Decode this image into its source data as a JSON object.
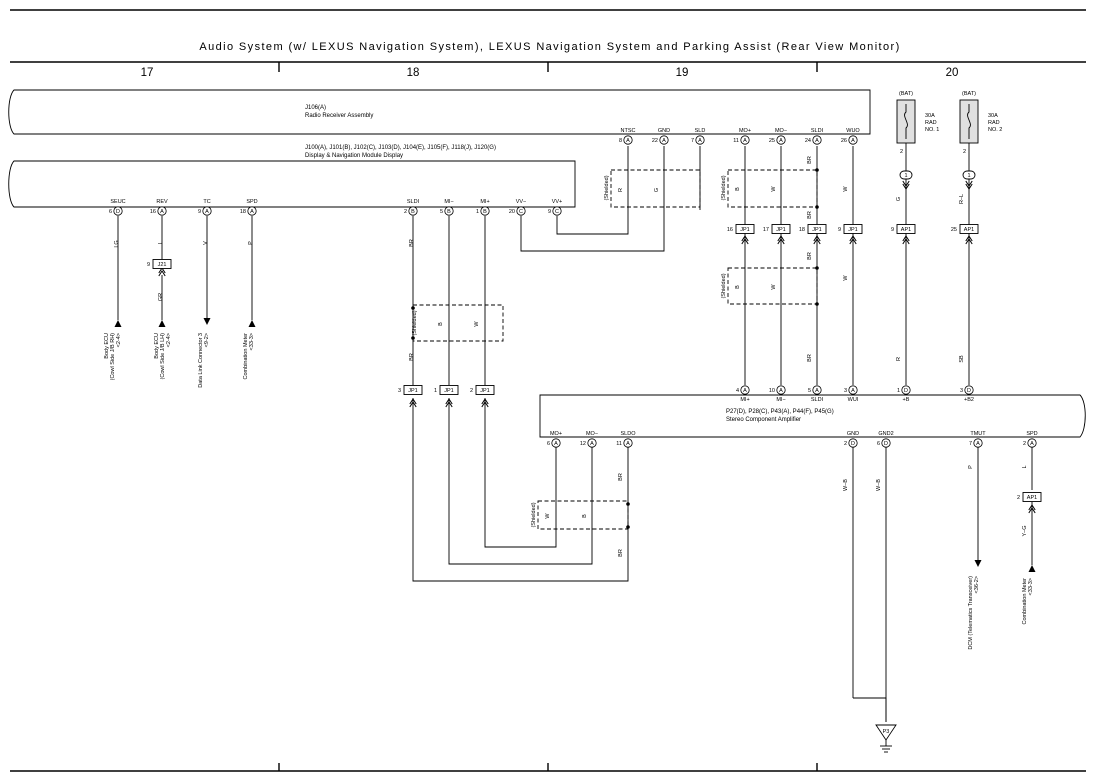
{
  "title": "Audio System (w/ LEXUS Navigation System), LEXUS Navigation System and Parking Assist (Rear View Monitor)",
  "sections": [
    "17",
    "18",
    "19",
    "20"
  ],
  "components": {
    "radio": {
      "code": "J106(A)",
      "name": "Radio Receiver Assembly"
    },
    "display": {
      "code": "J100(A), J101(B), J102(C), J103(D), J104(E), J105(F), J118(J), J120(G)",
      "name": "Display & Navigation Module Display"
    },
    "amp": {
      "code": "P27(D), P28(C), P43(A), P44(F), P45(G)",
      "name": "Stereo Component Amplifier"
    },
    "fuse1": {
      "source": "(BAT)",
      "label": [
        "30A",
        "RAD",
        "NO. 1"
      ]
    },
    "fuse2": {
      "source": "(BAT)",
      "label": [
        "30A",
        "RAD",
        "NO. 2"
      ]
    },
    "ground": "P3"
  },
  "pins": {
    "radio": [
      {
        "name": "NTSC",
        "num": "8",
        "conn": "A"
      },
      {
        "name": "GND",
        "num": "22",
        "conn": "A"
      },
      {
        "name": "SLD",
        "num": "7",
        "conn": "A"
      },
      {
        "name": "MO+",
        "num": "11",
        "conn": "A"
      },
      {
        "name": "MO−",
        "num": "25",
        "conn": "A"
      },
      {
        "name": "SLDI",
        "num": "24",
        "conn": "A"
      },
      {
        "name": "WUO",
        "num": "26",
        "conn": "A"
      }
    ],
    "display": [
      {
        "name": "SEUC",
        "num": "6",
        "conn": "D"
      },
      {
        "name": "REV",
        "num": "16",
        "conn": "A"
      },
      {
        "name": "TC",
        "num": "9",
        "conn": "A"
      },
      {
        "name": "SPD",
        "num": "18",
        "conn": "A"
      },
      {
        "name": "SLDI",
        "num": "2",
        "conn": "B"
      },
      {
        "name": "MI−",
        "num": "5",
        "conn": "B"
      },
      {
        "name": "MI+",
        "num": "1",
        "conn": "B"
      },
      {
        "name": "VV−",
        "num": "20",
        "conn": "C"
      },
      {
        "name": "VV+",
        "num": "9",
        "conn": "C"
      }
    ],
    "amp_top": [
      {
        "name": "MI+",
        "num": "4",
        "conn": "A"
      },
      {
        "name": "MI−",
        "num": "10",
        "conn": "A"
      },
      {
        "name": "SLDI",
        "num": "5",
        "conn": "A"
      },
      {
        "name": "WUI",
        "num": "3",
        "conn": "A"
      },
      {
        "name": "+B",
        "num": "1",
        "conn": "D"
      },
      {
        "name": "+B2",
        "num": "3",
        "conn": "D"
      }
    ],
    "amp_bottom": [
      {
        "name": "MO+",
        "num": "6",
        "conn": "A"
      },
      {
        "name": "MO−",
        "num": "12",
        "conn": "A"
      },
      {
        "name": "SLDO",
        "num": "11",
        "conn": "A"
      },
      {
        "name": "GND",
        "num": "2",
        "conn": "D"
      },
      {
        "name": "GND2",
        "num": "6",
        "conn": "D"
      },
      {
        "name": "TMUT",
        "num": "7",
        "conn": "A"
      },
      {
        "name": "SPD",
        "num": "2",
        "conn": "A"
      }
    ],
    "fuse_terms": [
      "2",
      "2"
    ],
    "fuse_joints": [
      "1",
      "1"
    ]
  },
  "junctions": {
    "jp1_upper": [
      {
        "num": "16",
        "label": "JP1"
      },
      {
        "num": "17",
        "label": "JP1"
      },
      {
        "num": "18",
        "label": "JP1"
      },
      {
        "num": "9",
        "label": "JP1"
      }
    ],
    "ap1_upper": [
      {
        "num": "9",
        "label": "AP1"
      },
      {
        "num": "25",
        "label": "AP1"
      }
    ],
    "jp1_lower": [
      {
        "num": "3",
        "label": "JP1"
      },
      {
        "num": "1",
        "label": "JP1"
      },
      {
        "num": "2",
        "label": "JP1"
      }
    ],
    "j21": {
      "num": "9",
      "label": "J21"
    },
    "ap1_lower": {
      "num": "2",
      "label": "AP1"
    }
  },
  "wire_colors": {
    "lg": "LG",
    "l": "L",
    "v": "V",
    "p": "P",
    "gr": "GR",
    "br": "BR",
    "b": "B",
    "w": "W",
    "r": "R",
    "g": "G",
    "rl": "R–L",
    "sb": "SB",
    "wb": "W–B",
    "yg": "Y–G"
  },
  "shielded": "(Shielded)",
  "destinations": [
    [
      "Body ECU",
      "(Cowl Side J/B RH)",
      "<2-4>"
    ],
    [
      "Body ECU",
      "(Cowl Side J/B LH)",
      "<2-4>"
    ],
    [
      "Data Link Connector 3",
      "<9-2>"
    ],
    [
      "Combination Meter",
      "<33-3>"
    ],
    [
      "DCM (Telematics Transceiver)",
      "<36-2>"
    ],
    [
      "Combination Meter",
      "<33-3>"
    ]
  ]
}
